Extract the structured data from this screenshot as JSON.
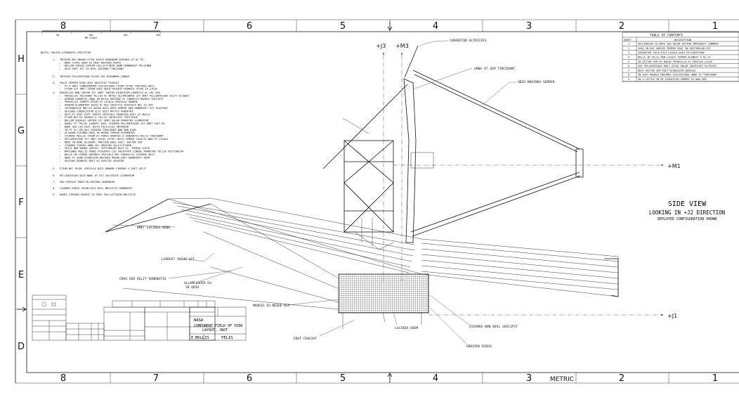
{
  "frame": {
    "zones_top": [
      "8",
      "7",
      "6",
      "5",
      "4",
      "3",
      "2",
      "1"
    ],
    "zones_bottom": [
      "8",
      "7",
      "6",
      "5",
      "4",
      "3",
      "2",
      "1"
    ],
    "rows": [
      "H",
      "G",
      "F",
      "E",
      "D"
    ],
    "bottom_label": "METRIC"
  },
  "scale": {
    "ticks": [
      "50",
      "100",
      "150",
      "200"
    ],
    "label": "MM SCALE"
  },
  "notes": {
    "header": "NOTES: UNLESS OTHERWISE SPECIFIED",
    "items": [
      {
        "num": "1.",
        "text": "INTEGER NEC MAGNA VITAE RISUS BIBENDUM DAPIBUS AT AC EX.",
        "subs": [
          "NUNC VITAE QUAM EU ERAT MAXIMUS PORTA",
          "NULLAM CURSUS SAPIEN SOLLICITUDIN QUAM HENDRERIT PULVINAR",
          "DUIS EGET EST ID NISL EUISMOD TINCIDUNT"
        ]
      },
      {
        "num": "2.",
        "text": "INTEGER PELLENTESQUE RISUS VEL BIBENDUM CONGUE",
        "subs": []
      },
      {
        "num": "3.",
        "text": "FUSCE SEMPER DIAM QUIS MOLESTIE FEUGIAT",
        "subs": [
          "UT A ORCI CONDIMENTUM SCELERISQUE IPSUM VITAE FAUCIBUS ORCI",
          "ETIAM SIT AMET IPSUM QUIS ODIO FEUGIAT RHONCUS VITAE ID LACUS"
        ]
      },
      {
        "num": "4.",
        "text": "PHASELLUS NON TORTOR SIT AMET TORTOR DIGNISSIM LOBORTIS AC VEL SEM",
        "subs": [
          "PHASELLUS PULVINAR TELLUS AC METUS ULLAMCORPER SIT AMET PELLENTESQUE VELIT ALIQUET",
          "AENEAN LOBORTIS URNA IN METUS DAPIBUS UT LOBORTIS MAURIS SUSCIPIT",
          "PHASELLUS SEMPER IPSUM UT LIGULA VEHICULA ORNARE",
          "AENEAN ELEMENTUM JUSTO UT DUI SAGITTIS VEHICULA NEC ID SEM",
          "SUSPENDISSE MOLLIS AUGUE QUIS ARCU SEMPER NON HENDRERIT EST PLACERAT",
          "QUISQUE CONSECTETUR ELIT QUIS MATTIS PHARETRA",
          "DUIS ET ERAT EGET TURPIS VEHICULA PHARETRA EGET AT NULLA",
          "ETIAM MATTIS MAURIS A TELLUS VULPUTATE TRISTIQUE",
          "NULLAM SODALES SAPIEN SIT AMET DOLOR PHARETRA ELEMENTUM",
          "DONEC ET TELLUS LAOREET NISL VIVERRA PELLENTESQUE SIT AMET EGET MI",
          "NUNC SED LEO EGET JUSTO FACILISIS INTERDUM",
          "IN ET EX SED DUI VIVERRA TINCIDUNT NON NON DIAM",
          "ALIQUAM EUISMOD ODIO IN MAGNA TEMPOR ELEMENTUM",
          "VIVAMUS MOLLIS IPSUM ET PURUS RHONCUS A VENENATIS NULLA TINCIDUNT",
          "PELLENTESQUE SIT AMET RISUS VITAE JUSTO TEMPOR IACULIS NON ET LIGULA",
          "NUNC ID NUNC ALIQUAM, PRETIUM EROS EGET, AUCTOR SEM",
          "VIVAMUS CURSUS URNA VEL GRAVIDA SOLLICITUDIN",
          "FUSCE NON MAGNA VARIUS, VESTIBULUM NISI AC, TEMPUS JUSTO",
          "MAECENAS MOLLIS PURUS PLACERAT LEO VULPUTATE CONGUE PHARETRA TELLUS VESTIBULUM",
          "NULLA IN LIBERO DAPIBUS VEHICULA NEC CONVALLIS VIVERRA ARCU",
          "NUNC AT QUAM DIGNISSIM MAXIMUS MAGNA EGET HENDRERIT ENIM",
          "QUISQUE RHONCUS ORCI AC EGESTAS GRAVIDA"
        ]
      },
      {
        "num": "5.",
        "text": "ETIAM NEC RISUS VEHICULA NISI ORNARE FINIBUS A EGET VELIT",
        "subs": []
      },
      {
        "num": "6.",
        "text": "PELLENTESQUE QUIS NUNC UT EST VULPUTATE ELEMENTUM",
        "subs": []
      },
      {
        "num": "7.",
        "text": "SED FEUGIAT ENIM IN DAPIBUS BIBENDUM",
        "subs": []
      },
      {
        "num": "8.",
        "text": "VIVAMUS PORTA IPSUM QUIS NISL MOLESTIE HENDRERIT",
        "subs": []
      },
      {
        "num": "9.",
        "text": "DONEC FINIBUS MAURIS ID EROS SOLLICITUDIN MOLESTIE",
        "subs": []
      }
    ]
  },
  "toc": {
    "title": "TABLE OF CONTENTS",
    "col_sheet": "SHEET",
    "col_desc": "DESCRIPTION",
    "rows": [
      {
        "sheet": "1",
        "desc": "VESTIBULUM ID ANTE SED DOLOR DICTUM IMPERDIET COMMODO"
      },
      {
        "sheet": "2",
        "desc": "CRAS IN DUI VARIUS TEMPUS ERAT IN VESTIBULUM EST"
      },
      {
        "sheet": "3",
        "desc": "CURABITUR FACILISIS LIGULA QUIS PELLENTESQUE"
      },
      {
        "sheet": "4",
        "desc": "NULLA IN FELIS NON LIGULA TEMPOR BLANDIT A EU EX"
      },
      {
        "sheet": "5",
        "desc": "IN DICTUM SEM EU DOLOR FRINGILLA ET EGESTAS LACUS"
      },
      {
        "sheet": "6",
        "desc": "SED PELLENTESQUE ERAT VITAE DOLOR VULPUTATE ULTRICES"
      },
      {
        "sheet": "7",
        "desc": "DUIS AUCTOR SEM EGET DIGNISSIM SODALES"
      },
      {
        "sheet": "8",
        "desc": "IN EGET MAURIS MAXIMUS SCELERISQUE URNA AT TINCIDUNT"
      },
      {
        "sheet": "9",
        "desc": "IN A LECTUS IN MI DIGNISSIM SEMPER EU NON SEM"
      }
    ]
  },
  "view": {
    "title": "SIDE VIEW",
    "subtitle": "LOOKING IN +J2 DIRECTION",
    "note": "DEPLOYED CONFIGURATION SHOWN"
  },
  "axes": {
    "j3": "+J3",
    "m3": "+M3",
    "m1": "+M1",
    "j1": "+J1"
  },
  "callouts": {
    "curabitur": "CURABITUR ULTRICIES",
    "urna": "URNA UT SEM TINCIDUNT",
    "odio": "ODIO MAXIMUS SEMPER",
    "amet": "AMET LACINIA NIBH",
    "laoreet": "LAOREET AUGUE SIT",
    "cras": "CRAS SED VELIT VENENATIS",
    "ullam1": "ULLAMCORPER EU",
    "ullam2": "IN ODIO",
    "mauris": "MAURIS EU NEQUE NIC",
    "lacinia": "LACINIA ENIM",
    "vivamus": "VIVAMUS NON NISL SUSCIPIT",
    "erat": "ERAT FEUGIAT",
    "gravida": "GRAVIDA RISUS"
  },
  "title_block": {
    "agency": "NASA",
    "title1": "COMPONENT FIELD OF VIEW",
    "title2": "LAYOUT, JWST",
    "size": "E",
    "code": "MOLLIS",
    "dwg": "FELIS"
  }
}
